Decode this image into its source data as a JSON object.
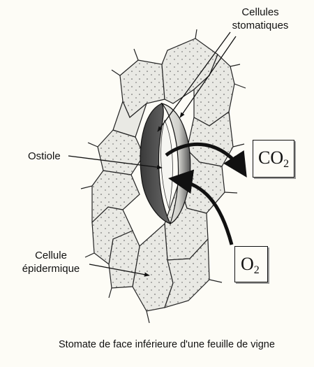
{
  "labels": {
    "stomatal_cells_line1": "Cellules",
    "stomatal_cells_line2": "stomatiques",
    "ostiole": "Ostiole",
    "epidermal_line1": "Cellule",
    "epidermal_line2": "épidermique",
    "caption": "Stomate de face inférieure d'une feuille de vigne"
  },
  "gases": {
    "co2": {
      "base": "CO",
      "sub": "2"
    },
    "o2": {
      "base": "O",
      "sub": "2"
    }
  },
  "colors": {
    "ink": "#111111",
    "cell_fill": "#e7e7e2",
    "guard_dark": "#4a4a4a",
    "guard_light": "#d8d8d4",
    "background": "#fdfcf6"
  }
}
